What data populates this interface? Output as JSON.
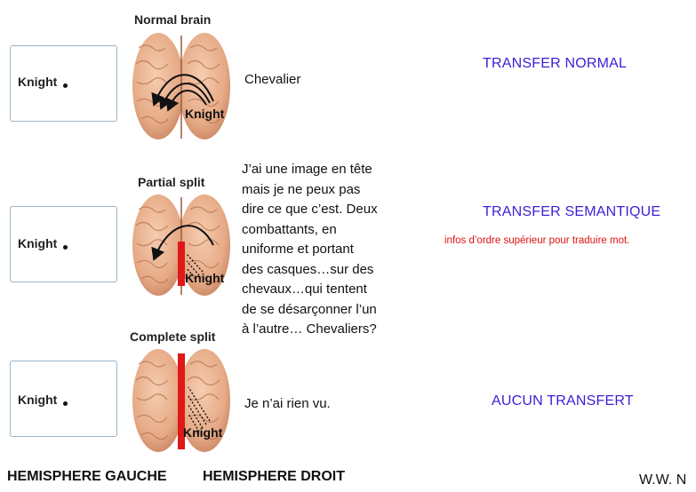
{
  "rows": [
    {
      "screen_word": "Knight",
      "brain_title": "Normal brain",
      "brain_word": "Knight",
      "speech": "Chevalier",
      "transfer": "TRANSFER NORMAL"
    },
    {
      "screen_word": "Knight",
      "brain_title": "Partial split",
      "brain_word": "Knight",
      "speech_lines": [
        "J’ai une image en tête",
        "mais je ne peux pas",
        "dire ce que c’est. Deux",
        "combattants, en",
        "uniforme et portant",
        "des casques…sur des",
        "chevaux…qui tentent",
        "de se désarçonner l’un",
        "à l’autre… Chevaliers?"
      ],
      "transfer": "TRANSFER SEMANTIQUE",
      "note": "infos d’ordre supérieur pour traduire mot."
    },
    {
      "screen_word": "Knight",
      "brain_title": "Complete split",
      "brain_word": "Knight",
      "speech": "Je n’ai rien vu.",
      "transfer": "AUCUN TRANSFERT"
    }
  ],
  "bottom": {
    "left_hemisphere": "HEMISPHERE GAUCHE",
    "right_hemisphere": "HEMISPHERE DROIT",
    "credit": "W.W. N"
  },
  "colors": {
    "transfer_text": "#3a1fd6",
    "note_text": "#e01010",
    "brain_tissue": "#e8b494",
    "split_bar": "#e01818"
  }
}
